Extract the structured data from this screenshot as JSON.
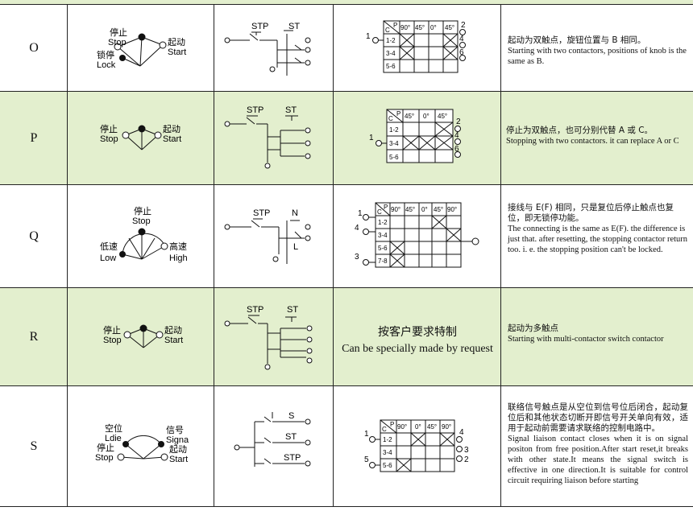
{
  "rows": [
    {
      "letter": "O",
      "knob": {
        "stop_zh": "停止",
        "stop": "Stop",
        "lock_zh": "锁停",
        "lock": "Lock",
        "start_zh": "起动",
        "start": "Start"
      },
      "circuit": {
        "labels": [
          "STP",
          "ST"
        ]
      },
      "table": {
        "corner_top": "P",
        "corner_left": "C",
        "headers": [
          "90°",
          "45°",
          "0°",
          "45°"
        ],
        "rows": [
          "1-2",
          "3-4",
          "5-6"
        ],
        "left_terms": [
          "1"
        ],
        "right_terms": [
          "2",
          "4",
          "6"
        ]
      },
      "desc_zh": "起动为双触点，旋钮位置与 B 相同。",
      "desc_en": "Starting with two contactors, positions of knob is the same as B."
    },
    {
      "letter": "P",
      "knob": {
        "stop_zh": "停止",
        "stop": "Stop",
        "start_zh": "起动",
        "start": "Start"
      },
      "circuit": {
        "labels": [
          "STP",
          "ST"
        ]
      },
      "table": {
        "corner_top": "P",
        "corner_left": "C",
        "headers": [
          "45°",
          "0°",
          "45°"
        ],
        "rows": [
          "1-2",
          "3-4",
          "5-6"
        ],
        "left_terms": [
          "1"
        ],
        "right_terms": [
          "2",
          "4",
          "6"
        ]
      },
      "desc_zh": "停止为双触点，也可分别代替 A 或 C。",
      "desc_en": "Stopping with two contactors. it can replace A or C"
    },
    {
      "letter": "Q",
      "knob": {
        "stop_zh": "停止",
        "stop": "Stop",
        "low_zh": "低速",
        "low": "Low",
        "high_zh": "高速",
        "high": "High"
      },
      "circuit": {
        "labels": [
          "STP",
          "N",
          "L"
        ]
      },
      "table": {
        "corner_top": "P",
        "corner_left": "C",
        "headers": [
          "90°",
          "45°",
          "0°",
          "45°",
          "90°"
        ],
        "rows": [
          "1-2",
          "3-4",
          "5-6",
          "7-8"
        ],
        "left_terms": [
          "1",
          "4",
          "3"
        ],
        "right_terms": []
      },
      "desc_zh": "接线与 E(F) 相同，只是复位后停止触点也复位，即无锁停功能。",
      "desc_en": "The connecting is the same as E(F). the difference is just that. after resetting, the stopping contactor return too. i. e. the stopping position can't be locked."
    },
    {
      "letter": "R",
      "knob": {
        "stop_zh": "停止",
        "stop": "Stop",
        "start_zh": "起动",
        "start": "Start"
      },
      "circuit": {
        "labels": [
          "STP",
          "ST"
        ]
      },
      "special_zh": "按客户要求特制",
      "special_en": "Can be specially made by request",
      "desc_zh": "起动为多触点",
      "desc_en": "Starting with multi-contactor switch contactor"
    },
    {
      "letter": "S",
      "knob": {
        "idle_zh": "空位",
        "idle": "Ldie",
        "stop_zh": "停止",
        "stop": "Stop",
        "signal_zh": "信号",
        "signal": "Signa",
        "start_zh": "起动",
        "start": "Start"
      },
      "circuit": {
        "labels": [
          "S",
          "ST",
          "STP"
        ]
      },
      "table": {
        "corner_top": "P",
        "corner_left": "C",
        "headers": [
          "90°",
          "0°",
          "45°",
          "90°"
        ],
        "rows": [
          "1-2",
          "3-4",
          "5-6"
        ],
        "left_terms": [
          "1",
          "5"
        ],
        "right_terms": [
          "4",
          "3",
          "2"
        ]
      },
      "desc_zh": "联络信号触点是从空位到信号位后闭合，起动复位后和其他状态切断开即信号开关单向有效，适用于起动前需要请求联络的控制电路中。",
      "desc_en": "Signal liaison contact closes when it is on signal positon from free position.After start reset,it breaks with other state.It means the signal switch is effective in one direction.It is suitable for control circuit requiring liaison before starting"
    }
  ]
}
